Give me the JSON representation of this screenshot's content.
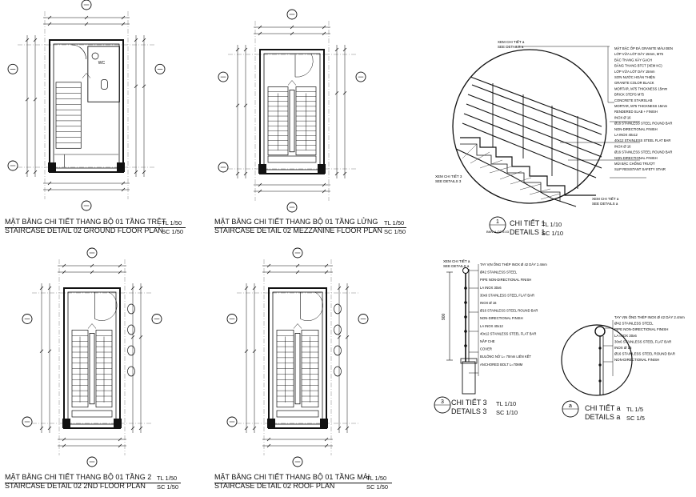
{
  "plans": [
    {
      "title_vn": "MẶT BẰNG CHI TIẾT THANG BỘ 01 TẦNG TRỆT",
      "scale_vn": "TL 1/50",
      "title_en": "STAIRCASE DETAIL 02 GROUND FLOOR PLAN",
      "scale_en": "SC 1/50",
      "room_label": "WC"
    },
    {
      "title_vn": "MẶT BẰNG CHI TIẾT THANG BỘ 01 TẦNG LỬNG",
      "scale_vn": "TL 1/50",
      "title_en": "STAIRCASE DETAIL 02 MEZZANINE FLOOR PLAN",
      "scale_en": "SC 1/50"
    },
    {
      "title_vn": "MẶT BẰNG CHI TIẾT THANG BỘ 01 TẦNG 2",
      "scale_vn": "TL 1/50",
      "title_en": "STAIRCASE DETAIL 02 2ND FLOOR PLAN",
      "scale_en": "SC 1/50"
    },
    {
      "title_vn": "MẶT BẰNG CHI TIẾT THANG BỘ 01 TẦNG MÁI",
      "scale_vn": "TL 1/50",
      "title_en": "STAIRCASE DETAIL 02 ROOF PLAN",
      "scale_en": "SC 1/50"
    }
  ],
  "details": [
    {
      "number": "1",
      "title_vn": "CHI TIẾT 1",
      "scale_vn": "TL 1/10",
      "title_en": "DETAILS 1",
      "scale_en": "SC 1/10"
    },
    {
      "number": "3",
      "title_vn": "CHI TIẾT 3",
      "scale_vn": "TL 1/10",
      "title_en": "DETAILS 3",
      "scale_en": "SC 1/10"
    },
    {
      "number": "a",
      "title_vn": "CHI TIẾT a",
      "scale_vn": "TL 1/5",
      "title_en": "DETAILS a",
      "scale_en": "SC 1/5"
    }
  ],
  "detail1_notes": [
    "MẶT BẬC ỐP ĐÁ GRANITE MÀU ĐEN",
    "LỚP VỮA LÓT DÀY 15mm, M75",
    "BẬC THANG XÂY GẠCH",
    "BẢNG THANG BTCT (XEM KC)",
    "LỚP VỮA LÓT DÀY 15mm",
    "SƠN NƯỚC HOÀN THIỆN",
    "GRANITE COLOR BLACK",
    "MORTAR, M75 THICKNESS 15mm",
    "BRICK STEPS M75",
    "CONCRETE STAIRSLAB",
    "MORTAR, M75 THICKNESS 15mm",
    "RENDERED SLAB + FINISH",
    "INOX Ø 16",
    "Ø16 STAINLESS STEEL ROUND BAR",
    "NON-DIRECTIONAL FINISH",
    "LA INOX 40x12",
    "40x12 STAINLESS STEEL FLAT BAR",
    "INOX Ø 16",
    "Ø16 STAINLESS STEEL ROUND BAR",
    "NON-DIRECTIONAL FINISH",
    "MŨI BẬC CHỐNG TRƯỢT",
    "SLIP RESISTANT SAFETY STAIR"
  ],
  "detail3_notes": [
    "TAY VỊN ỐNG THÉP INOX Ø 42 DÀY 2.4mm",
    "Ø42 STAINLESS STEEL",
    "PIPE NON-DIRECTIONAL FINISH",
    "LA INOX 30x6",
    "30x6 STAINLESS STEEL FLAT BAR",
    "INOX Ø 16",
    "Ø16 STAINLESS STEEL ROUND BAR",
    "NON-DIRECTIONAL FINISH",
    "LA INOX 40x12",
    "40x12 STAINLESS STEEL FLAT BAR",
    "NẮP CHE",
    "COVER",
    "BULÔNG NỞ L= 70mm LIÊN KẾT",
    "ANCHORED BOLT L=70MM"
  ],
  "detaila_notes": [
    "TAY VỊN ỐNG THÉP INOX Ø 42 DÀY 2.4mm",
    "Ø42 STAINLESS STEEL",
    "PIPE NON-DIRECTIONAL FINISH",
    "LA INOX 30x6",
    "30x6 STAINLESS STEEL FLAT BAR",
    "INOX Ø 16",
    "Ø16 STAINLESS STEEL ROUND BAR",
    "NON-DIRECTIONAL FINISH"
  ],
  "callouts": {
    "detail1_ref_top": "XEM CHI TIẾT a",
    "detail1_ref_top_en": "SEE DETAILS a",
    "detail1_ref_left": "XEM CHI TIẾT 3",
    "detail1_ref_left_en": "SEE DETAILS 3",
    "detail1_ref_right": "XEM CHI TIẾT a",
    "detail1_ref_right_en": "SEE DETAILS a",
    "detail3_ref": "XEM CHI TIẾT a",
    "detail3_ref_en": "SEE DETAILS a",
    "detail3_height": "900",
    "detail1_sheet_ref": "BMV-A-DT-5.03"
  },
  "colors": {
    "line": "#111111",
    "grid": "#666666",
    "paper": "#ffffff"
  }
}
